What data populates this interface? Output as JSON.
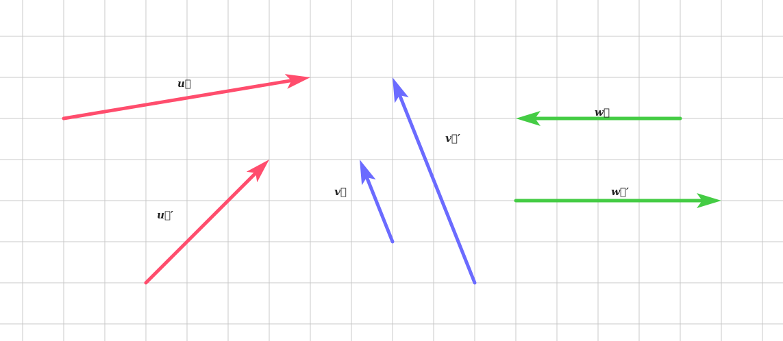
{
  "colors": {
    "background": "#ffffff",
    "grid": "#c8c8c8",
    "label": "#222222"
  },
  "grid": {
    "visible": true
  },
  "vectors": [
    {
      "id": "u",
      "label": "u⃗",
      "color": "#ff4d6d",
      "from": [
        1,
        5
      ],
      "to": [
        7,
        6
      ]
    },
    {
      "id": "u-prime",
      "label": "u⃗′",
      "color": "#ff4d6d",
      "from": [
        3,
        1
      ],
      "to": [
        6,
        4
      ]
    },
    {
      "id": "v",
      "label": "v⃗",
      "color": "#6b6bff",
      "from": [
        9,
        2
      ],
      "to": [
        8.2,
        4
      ]
    },
    {
      "id": "v-prime",
      "label": "v⃗′",
      "color": "#6b6bff",
      "from": [
        11,
        1
      ],
      "to": [
        9,
        6
      ]
    },
    {
      "id": "w",
      "label": "w⃗",
      "color": "#44cc44",
      "from": [
        16,
        5
      ],
      "to": [
        12,
        5
      ]
    },
    {
      "id": "w-prime",
      "label": "w⃗′",
      "color": "#44cc44",
      "from": [
        12,
        3
      ],
      "to": [
        17,
        3
      ]
    }
  ]
}
